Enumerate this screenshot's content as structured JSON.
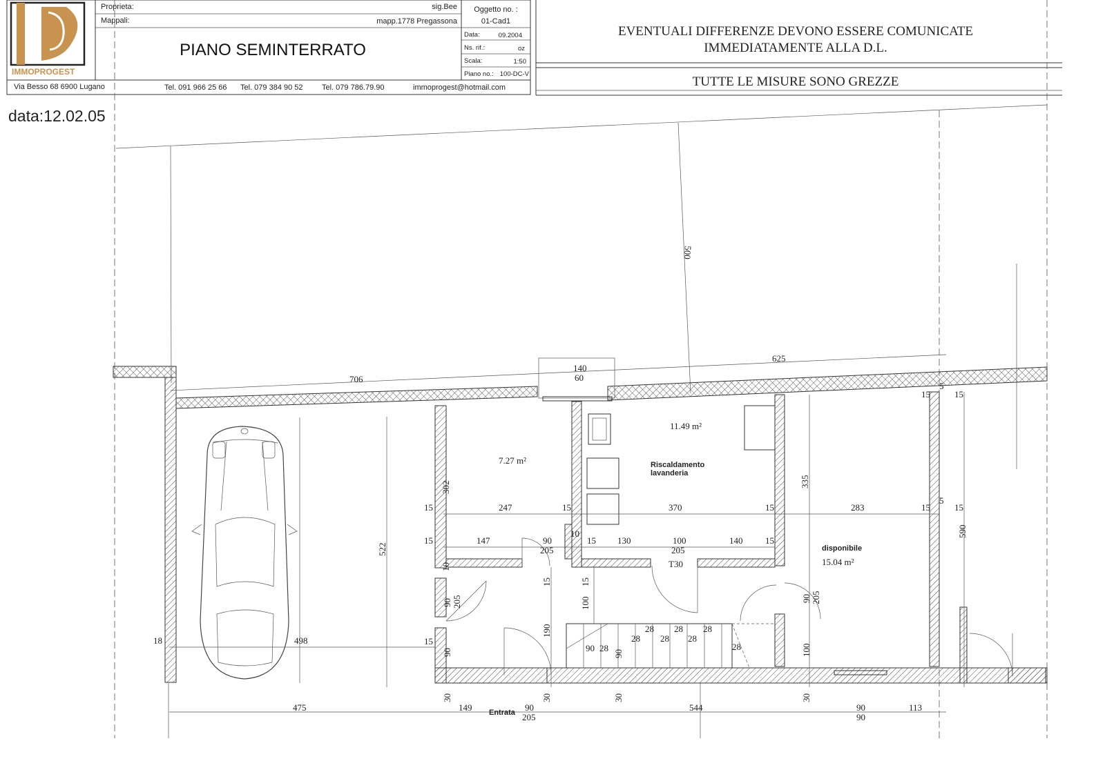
{
  "title_block": {
    "proprieta_label": "Proprieta:",
    "proprieta_value": "sig.Bee",
    "mappali_label": "Mappali:",
    "mappali_value": "mapp.1778 Pregassona",
    "drawing_title": "PIANO SEMINTERRATO",
    "oggetto_label": "Oggetto no. :",
    "oggetto_value": "01-Cad1",
    "data_label": "Data:",
    "data_value": "09.2004",
    "nsrif_label": "Ns. rif.:",
    "nsrif_value": "oz",
    "scala_label": "Scala:",
    "scala_value": "1:50",
    "piano_label": "Piano no.:",
    "piano_value": "100-DC-V",
    "logo_text": "IMMOPROGEST",
    "address": "Via Besso 68  6900 Lugano",
    "tel1": "Tel. 091 966 25 66",
    "tel2": "Tel. 079 384 90 52",
    "tel3": "Tel. 079 786.79.90",
    "email": "immoprogest@hotmail.com",
    "logo_color": "#c8934e"
  },
  "notice": {
    "line1": "EVENTUALI DIFFERENZE DEVONO ESSERE COMUNICATE",
    "line2": "IMMEDIATAMENTE ALLA D.L.",
    "line3": "TUTTE LE MISURE  SONO GREZZE"
  },
  "date_stamp": "data:12.02.05",
  "rooms": {
    "area1": "7.27 m²",
    "area2": "11.49 m²",
    "riscaldamento1": "Riscaldamento",
    "riscaldamento2": "lavanderia",
    "disponibile": "disponibile",
    "area3": "15.04 m²",
    "door_t30": "T30",
    "entrata": "Entrata"
  },
  "dimensions": {
    "d500": "500",
    "d706": "706",
    "d140": "140",
    "d60": "60",
    "d625": "625",
    "d15a": "15",
    "d5a": "5",
    "d15b": "15",
    "d302": "302",
    "d335": "335",
    "d590": "590",
    "d522": "522",
    "r1_15": "15",
    "r1_247": "247",
    "r1_15b": "15",
    "r1_370": "370",
    "r1_15c": "15",
    "r1_283": "283",
    "r1_15d": "15",
    "r1_5": "5",
    "r1_15e": "15",
    "r2_15": "15",
    "r2_147": "147",
    "r2_90": "90",
    "r2_205": "205",
    "r2_10": "10",
    "r2_15b": "15",
    "r2_130": "130",
    "r2_100": "100",
    "r2_205b": "205",
    "r2_140": "140",
    "r2_15c": "15",
    "v10": "10",
    "v15a": "15",
    "v15b": "15",
    "v100a": "100",
    "v90a": "90",
    "v205a": "205",
    "v90b": "90",
    "v205b": "205",
    "v190": "190",
    "v90c": "90",
    "v100b": "100",
    "d18": "18",
    "d498": "498",
    "d15f": "15",
    "d90f": "90",
    "s90": "90",
    "s28a": "28",
    "s28b": "28",
    "s28c": "28",
    "s28d": "28",
    "s28e": "28",
    "s28f": "28",
    "s28g": "28",
    "s28h": "28",
    "b30a": "30",
    "b30b": "30",
    "b30c": "30",
    "b30d": "30",
    "b475": "475",
    "b149": "149",
    "b90": "90",
    "b205": "205",
    "b544": "544",
    "b90b": "90",
    "b90c": "90",
    "b113": "113"
  }
}
